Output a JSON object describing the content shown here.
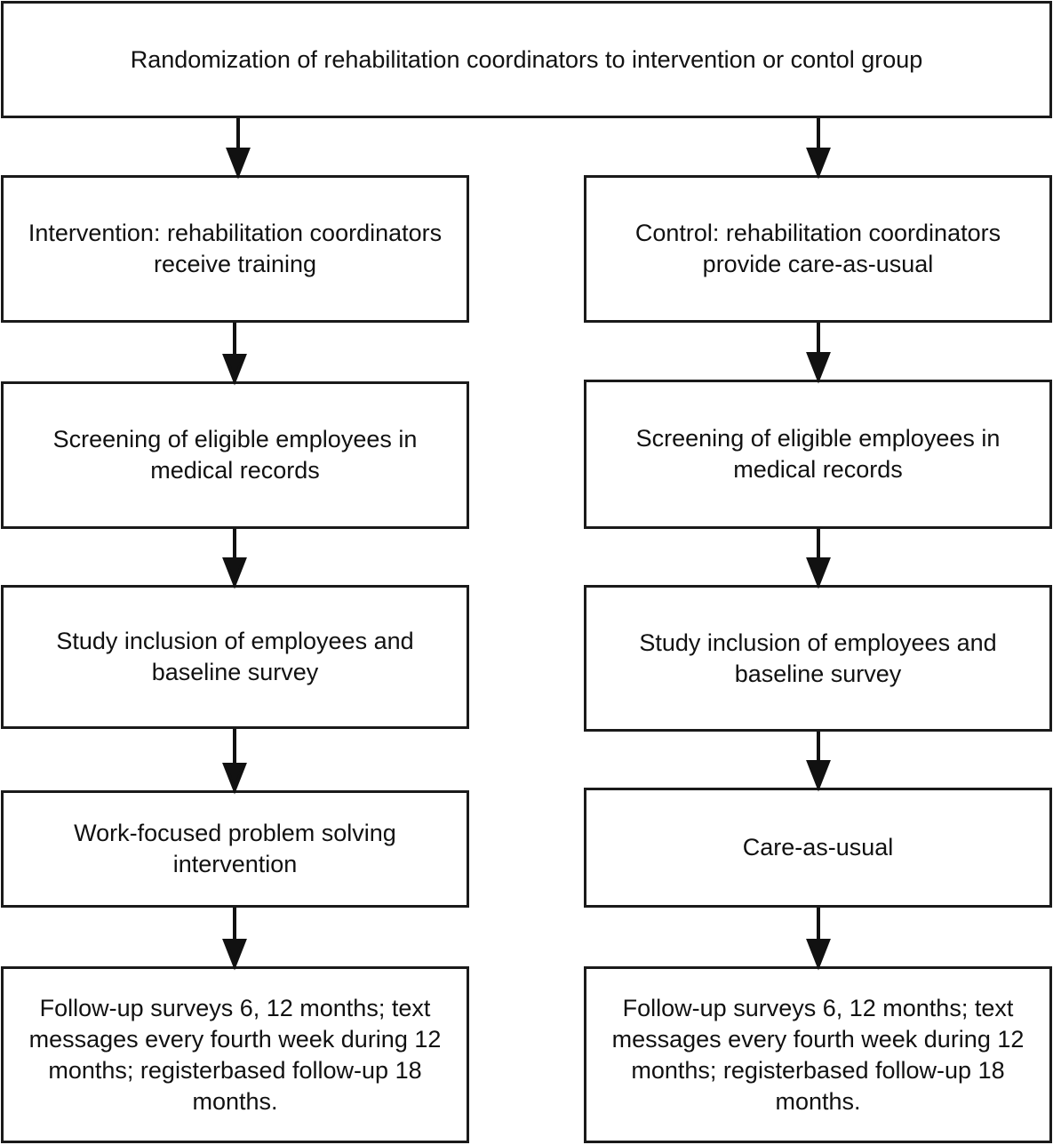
{
  "top": "Randomization of rehabilitation coordinators to intervention or contol group",
  "intervention": [
    "Intervention: rehabilitation coordinators\nreceive training",
    "Screening of eligible employees in\nmedical records",
    "Study inclusion of employees and\nbaseline survey",
    "Work-focused problem solving\nintervention",
    "Follow-up surveys 6, 12 months; text\nmessages every fourth week during 12\nmonths; registerbased follow-up 18\nmonths."
  ],
  "control": [
    "Control: rehabilitation coordinators\nprovide care-as-usual",
    "Screening of eligible employees in\nmedical records",
    "Study inclusion of employees and\nbaseline survey",
    "Care-as-usual",
    "Follow-up surveys 6, 12 months; text\nmessages every fourth week during 12\nmonths; registerbased follow-up 18\nmonths."
  ]
}
